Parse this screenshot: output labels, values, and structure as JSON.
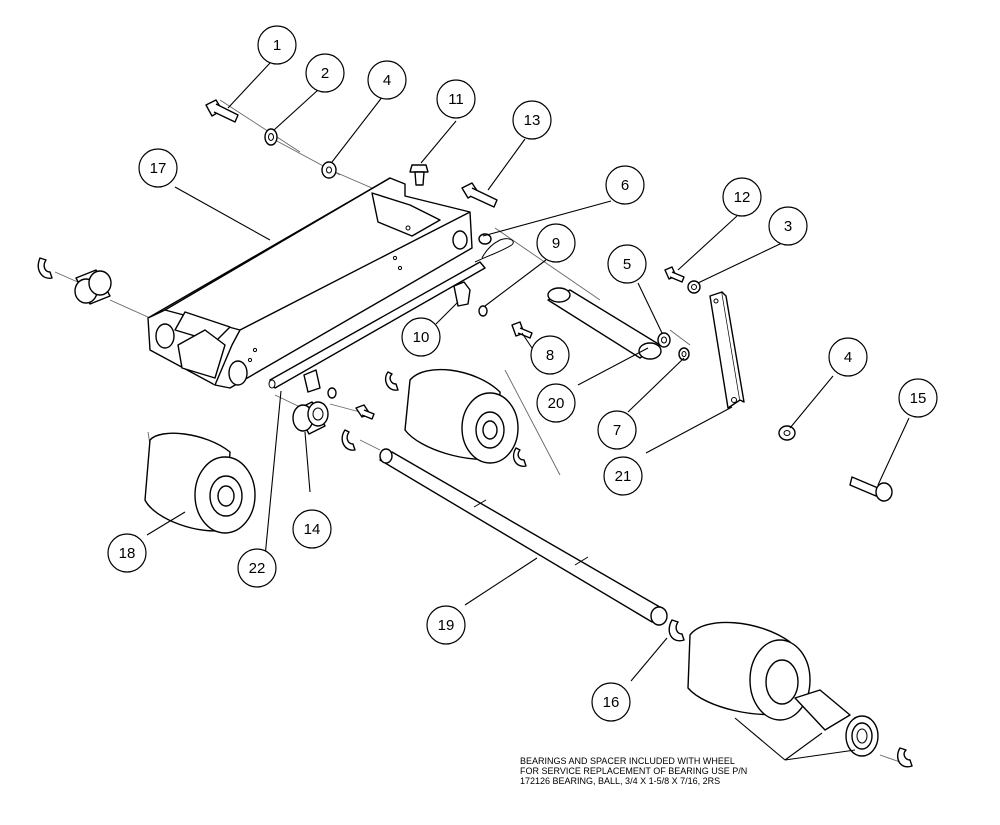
{
  "balloons": [
    {
      "id": "1",
      "label": "1"
    },
    {
      "id": "2",
      "label": "2"
    },
    {
      "id": "4a",
      "label": "4"
    },
    {
      "id": "11",
      "label": "11"
    },
    {
      "id": "13",
      "label": "13"
    },
    {
      "id": "17",
      "label": "17"
    },
    {
      "id": "6",
      "label": "6"
    },
    {
      "id": "12",
      "label": "12"
    },
    {
      "id": "3",
      "label": "3"
    },
    {
      "id": "9",
      "label": "9"
    },
    {
      "id": "5",
      "label": "5"
    },
    {
      "id": "10",
      "label": "10"
    },
    {
      "id": "8",
      "label": "8"
    },
    {
      "id": "20",
      "label": "20"
    },
    {
      "id": "7",
      "label": "7"
    },
    {
      "id": "4b",
      "label": "4"
    },
    {
      "id": "15",
      "label": "15"
    },
    {
      "id": "21",
      "label": "21"
    },
    {
      "id": "14",
      "label": "14"
    },
    {
      "id": "18",
      "label": "18"
    },
    {
      "id": "22",
      "label": "22"
    },
    {
      "id": "19",
      "label": "19"
    },
    {
      "id": "16",
      "label": "16"
    }
  ],
  "note": {
    "lines": [
      "BEARINGS AND SPACER INCLUDED WITH WHEEL",
      "FOR SERVICE REPLACEMENT OF BEARING USE P/N",
      "172126 BEARING, BALL, 3/4 X 1-5/8 X 7/16, 2RS"
    ]
  }
}
